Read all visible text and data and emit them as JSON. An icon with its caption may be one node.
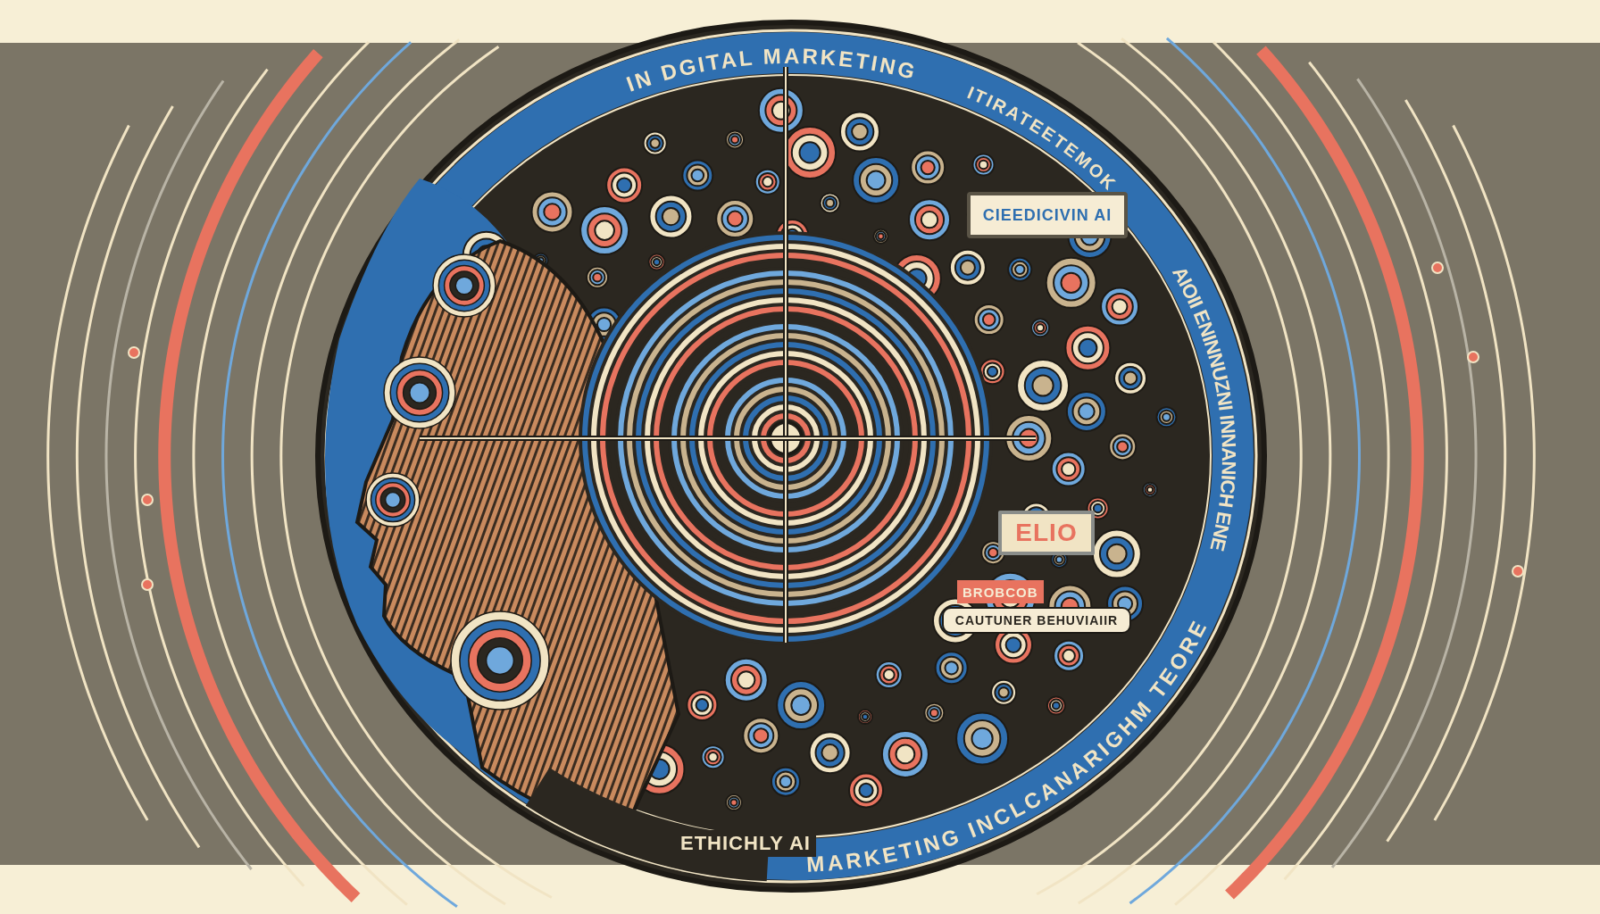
{
  "diagram": {
    "nodes": [
      {
        "text": [
          "CIEEDICIVIN AI"
        ]
      },
      {
        "text": [
          "ELIO"
        ]
      },
      {
        "text": [
          "BROBCOB"
        ]
      },
      {
        "text": [
          "CAUTUNER BEHUVIAIIR"
        ]
      }
    ],
    "labels": [
      "IN DGITAL MARKETING",
      "ITIRATEETEMOK",
      "AIOII ENINNUZNI INNANICH ENE",
      "MARKETING INCLCANARIGHM TEORE",
      "ETHICHLY AI"
    ]
  }
}
